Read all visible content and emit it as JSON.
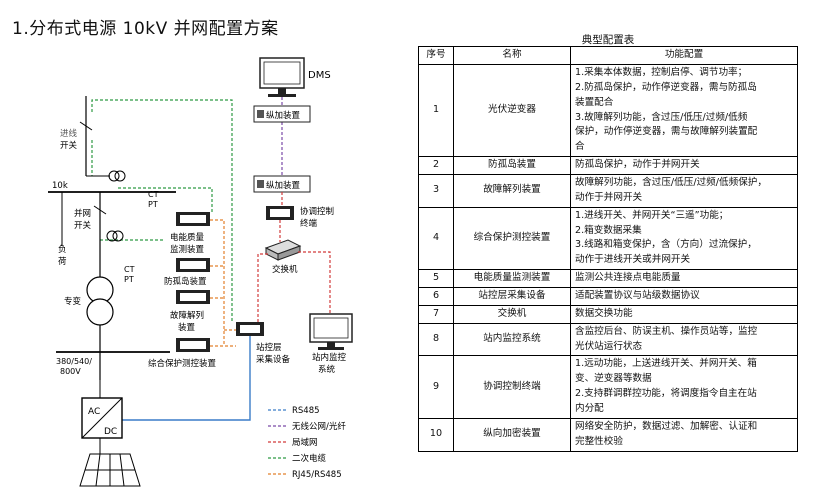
{
  "title": "1.分布式电源 10kV 并网配置方案",
  "diagram": {
    "dms": "DMS",
    "encrypt_top": "纵加装置",
    "encrypt_mid": "纵加装置",
    "coord_terminal": [
      "协调控制",
      "终端"
    ],
    "switch": "交换机",
    "monitor_system": [
      "站内监控",
      "系统"
    ],
    "station_collector": [
      "站控层",
      "采集设备"
    ],
    "incoming_switch": [
      "进线",
      "开关"
    ],
    "bus_label": "10k",
    "grid_switch": [
      "并网",
      "开关"
    ],
    "load": [
      "负",
      "荷"
    ],
    "transformer": "专变",
    "ctpt1": [
      "CT",
      "PT"
    ],
    "ctpt2": [
      "CT",
      "PT"
    ],
    "pq_device": [
      "电能质量",
      "监测装置"
    ],
    "anti_island": "防孤岛装置",
    "fault_split": [
      "故障解列",
      "装置"
    ],
    "protection": "综合保护测控装置",
    "voltage": [
      "380/540/",
      "800V"
    ],
    "inverter_ac": "AC",
    "inverter_dc": "DC",
    "legend": [
      {
        "label": "RS485",
        "color": "#3a7cc8"
      },
      {
        "label": "无线公网/光纤",
        "color": "#7a4aa8"
      },
      {
        "label": "局域网",
        "color": "#d23b3b"
      },
      {
        "label": "二次电缆",
        "color": "#2e9a44"
      },
      {
        "label": "RJ45/RS485",
        "color": "#e2802c"
      }
    ]
  },
  "table": {
    "title": "典型配置表",
    "headers": [
      "序号",
      "名称",
      "功能配置"
    ],
    "rows": [
      {
        "idx": "1",
        "name": "光伏逆变器",
        "lines": [
          "1.采集本体数据，控制启停、调节功率；",
          "2.防孤岛保护，动作停逆变器，需与防孤岛",
          "装置配合",
          "3.故障解列功能，含过压/低压/过频/低频",
          "保护，动作停逆变器，需与故障解列装置配",
          "合"
        ]
      },
      {
        "idx": "2",
        "name": "防孤岛装置",
        "lines": [
          "防孤岛保护，动作于并网开关"
        ]
      },
      {
        "idx": "3",
        "name": "故障解列装置",
        "lines": [
          "故障解列功能，含过压/低压/过频/低频保护，",
          "动作于并网开关"
        ]
      },
      {
        "idx": "4",
        "name": "综合保护测控装置",
        "lines": [
          "1.进线开关、并网开关“三遥”功能；",
          "2.箱变数据采集",
          "3.线路和箱变保护，含（方向）过流保护，",
          "动作于进线开关或并网开关"
        ]
      },
      {
        "idx": "5",
        "name": "电能质量监测装置",
        "lines": [
          "监测公共连接点电能质量"
        ]
      },
      {
        "idx": "6",
        "name": "站控层采集设备",
        "lines": [
          "适配装置协议与站级数据协议"
        ]
      },
      {
        "idx": "7",
        "name": "交换机",
        "lines": [
          "数据交换功能"
        ]
      },
      {
        "idx": "8",
        "name": "站内监控系统",
        "lines": [
          "含监控后台、防误主机、操作员站等，监控",
          "光伏站运行状态"
        ]
      },
      {
        "idx": "9",
        "name": "协调控制终端",
        "lines": [
          "1.远动功能，上送进线开关、并网开关、箱",
          "变、逆变器等数据",
          "2.支持群调群控功能，将调度指令自主在站",
          "内分配"
        ]
      },
      {
        "idx": "10",
        "name": "纵向加密装置",
        "lines": [
          "网络安全防护，数据过滤、加解密、认证和",
          "完整性校验"
        ]
      }
    ]
  }
}
